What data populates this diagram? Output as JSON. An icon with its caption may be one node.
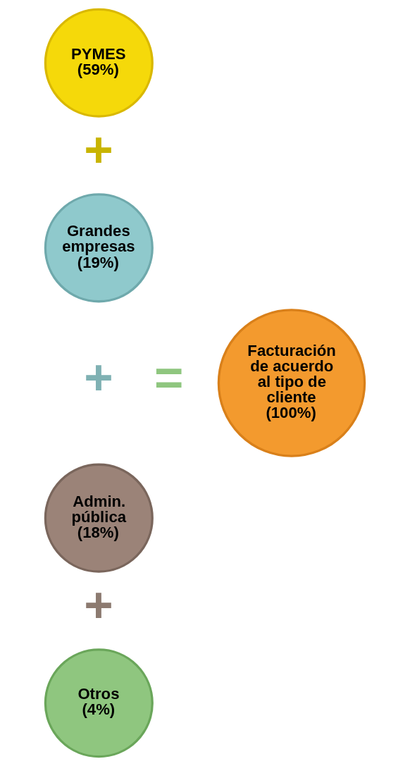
{
  "diagram": {
    "nodes": [
      {
        "text": [
          "PYMES",
          "(59%)"
        ]
      },
      {
        "text": [
          "Grandes empresas",
          "(19%)"
        ]
      },
      {
        "text": [
          "Admin. pública",
          "(18%)"
        ]
      },
      {
        "text": [
          "Otros",
          "(4%)"
        ]
      },
      {
        "text": [
          "Facturación de acuerdo al tipo de cliente",
          "(100%)"
        ]
      }
    ],
    "labels": [
      "+",
      "+",
      "+",
      "="
    ]
  }
}
